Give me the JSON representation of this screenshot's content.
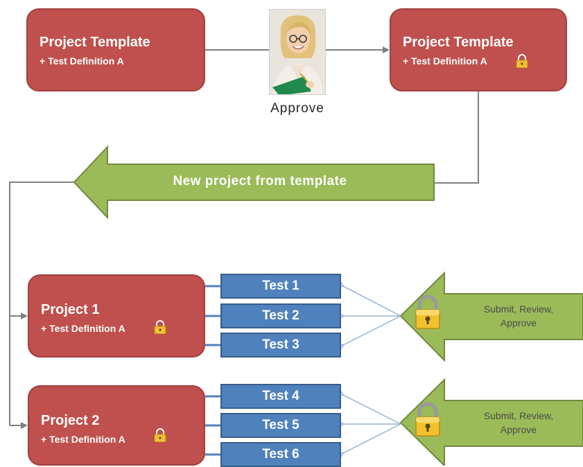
{
  "templates": [
    {
      "title": "Project Template",
      "subtitle": "+ Test Definition A",
      "locked": false
    },
    {
      "title": "Project Template",
      "subtitle": "+ Test Definition A",
      "locked": true
    }
  ],
  "approver": {
    "caption": "Approve"
  },
  "new_project_arrow": {
    "label": "New project from template"
  },
  "projects": [
    {
      "title": "Project 1",
      "subtitle": "+ Test Definition A",
      "locked": true,
      "tests": [
        "Test 1",
        "Test 2",
        "Test 3"
      ],
      "review_label": "Submit, Review,\nApprove"
    },
    {
      "title": "Project 2",
      "subtitle": "+ Test Definition A",
      "locked": true,
      "tests": [
        "Test 4",
        "Test 5",
        "Test 6"
      ],
      "review_label": "Submit, Review,\nApprove"
    }
  ],
  "colors": {
    "project_box": "#c0504d",
    "test_box": "#4f81bd",
    "arrow_green": "#9bbb59",
    "connector": "#7f7f7f"
  },
  "icons": {
    "lock": "padlock-icon",
    "person": "approver-photo"
  }
}
